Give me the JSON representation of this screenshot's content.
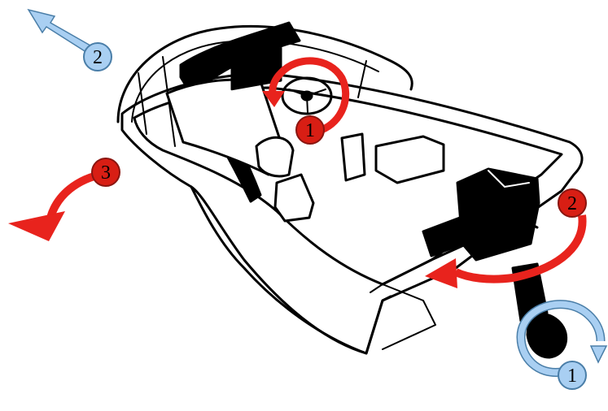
{
  "markers": {
    "steering_wheel": "1",
    "blue_top_left": "2",
    "red_left": "3",
    "red_motor": "2",
    "blue_propeller": "1"
  },
  "colors": {
    "red_arrow": "#e8231d",
    "red_circle": "#d81e14",
    "blue_arrow": "#a9cff2",
    "blue_stroke": "#4a7ea8",
    "line": "#000000"
  },
  "icons": [
    "boat-illustration",
    "rotation-arrow-icon",
    "straight-arrow-icon"
  ]
}
